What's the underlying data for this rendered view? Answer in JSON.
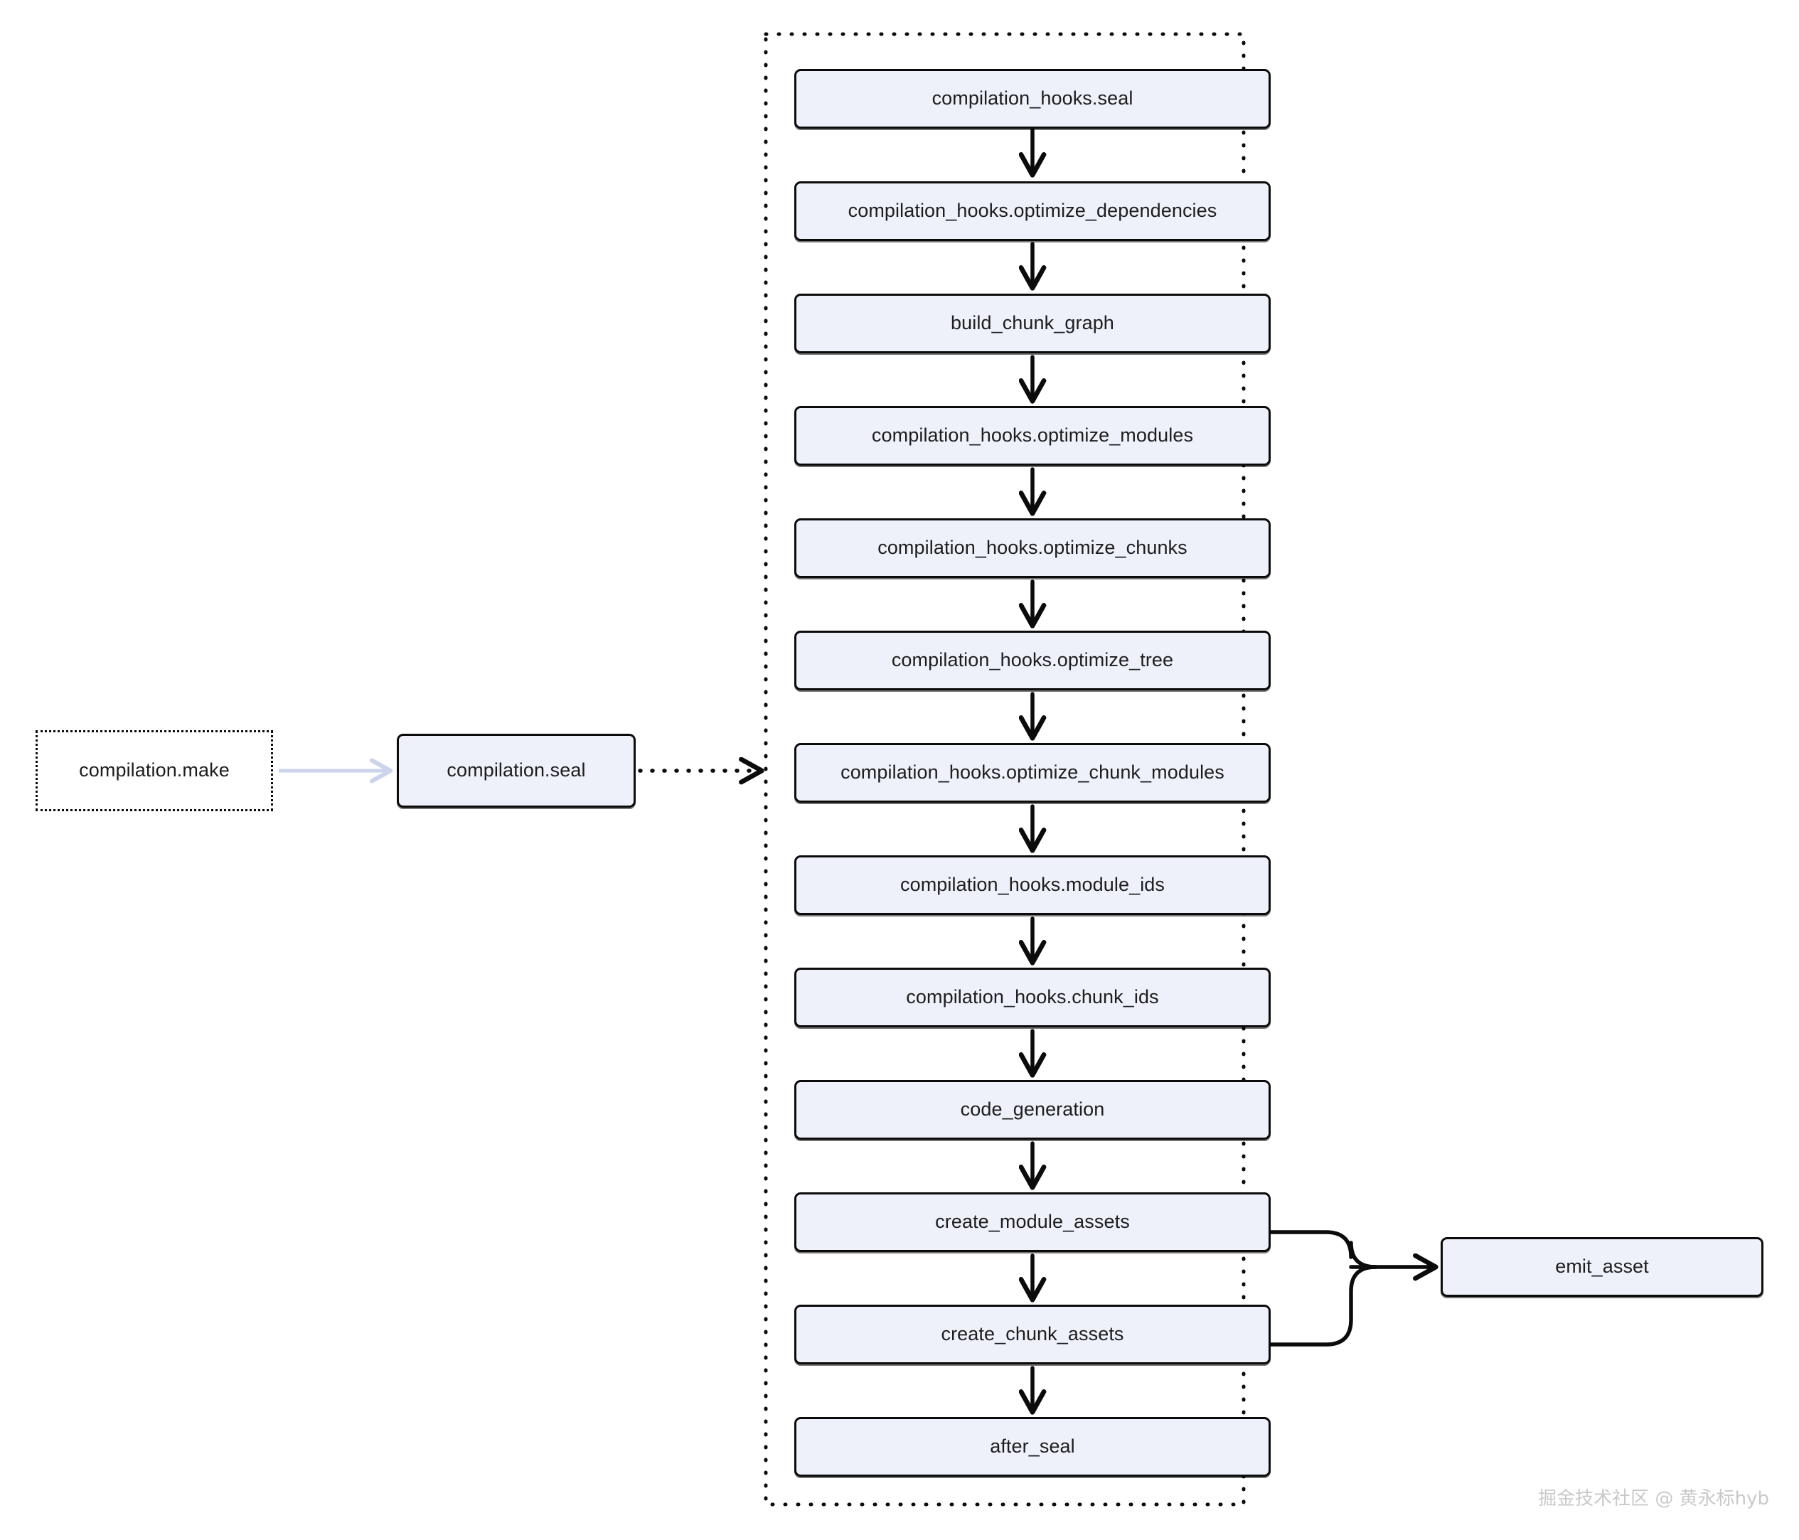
{
  "diagram": {
    "type": "flowchart",
    "direction": "top-to-bottom",
    "background_color": "#ffffff",
    "node_fill_color": "#eef1f9",
    "node_border_color": "#0b0b0b",
    "edge_color": "#0b0b0b",
    "faded_edge_color": "#ccd4ec",
    "container": {
      "name": "seal-phase-container",
      "border_style": "dotted",
      "label": ""
    },
    "outside_nodes": [
      {
        "id": "compilation_make",
        "label": "compilation.make",
        "style": "dotted-ghost"
      },
      {
        "id": "compilation_seal",
        "label": "compilation.seal",
        "style": "solid"
      },
      {
        "id": "emit_asset",
        "label": "emit_asset",
        "style": "solid"
      }
    ],
    "seal_steps": [
      {
        "id": "compilation_hooks_seal",
        "label": "compilation_hooks.seal"
      },
      {
        "id": "compilation_hooks_optimize_dependencies",
        "label": "compilation_hooks.optimize_dependencies"
      },
      {
        "id": "build_chunk_graph",
        "label": "build_chunk_graph"
      },
      {
        "id": "compilation_hooks_optimize_modules",
        "label": "compilation_hooks.optimize_modules"
      },
      {
        "id": "compilation_hooks_optimize_chunks",
        "label": "compilation_hooks.optimize_chunks"
      },
      {
        "id": "compilation_hooks_optimize_tree",
        "label": "compilation_hooks.optimize_tree"
      },
      {
        "id": "compilation_hooks_optimize_chunk_modules",
        "label": "compilation_hooks.optimize_chunk_modules"
      },
      {
        "id": "compilation_hooks_module_ids",
        "label": "compilation_hooks.module_ids"
      },
      {
        "id": "compilation_hooks_chunk_ids",
        "label": "compilation_hooks.chunk_ids"
      },
      {
        "id": "code_generation",
        "label": "code_generation"
      },
      {
        "id": "create_module_assets",
        "label": "create_module_assets"
      },
      {
        "id": "create_chunk_assets",
        "label": "create_chunk_assets"
      },
      {
        "id": "after_seal",
        "label": "after_seal"
      }
    ],
    "edges": [
      {
        "from": "compilation_make",
        "to": "compilation_seal",
        "style": "faded-solid-arrow"
      },
      {
        "from": "compilation_seal",
        "to": "seal-phase-container",
        "style": "dotted-arrow"
      },
      {
        "from": "compilation_hooks_seal",
        "to": "compilation_hooks_optimize_dependencies",
        "style": "solid-arrow"
      },
      {
        "from": "compilation_hooks_optimize_dependencies",
        "to": "build_chunk_graph",
        "style": "solid-arrow"
      },
      {
        "from": "build_chunk_graph",
        "to": "compilation_hooks_optimize_modules",
        "style": "solid-arrow"
      },
      {
        "from": "compilation_hooks_optimize_modules",
        "to": "compilation_hooks_optimize_chunks",
        "style": "solid-arrow"
      },
      {
        "from": "compilation_hooks_optimize_chunks",
        "to": "compilation_hooks_optimize_tree",
        "style": "solid-arrow"
      },
      {
        "from": "compilation_hooks_optimize_tree",
        "to": "compilation_hooks_optimize_chunk_modules",
        "style": "solid-arrow"
      },
      {
        "from": "compilation_hooks_optimize_chunk_modules",
        "to": "compilation_hooks_module_ids",
        "style": "solid-arrow"
      },
      {
        "from": "compilation_hooks_module_ids",
        "to": "compilation_hooks_chunk_ids",
        "style": "solid-arrow"
      },
      {
        "from": "compilation_hooks_chunk_ids",
        "to": "code_generation",
        "style": "solid-arrow"
      },
      {
        "from": "code_generation",
        "to": "create_module_assets",
        "style": "solid-arrow"
      },
      {
        "from": "create_module_assets",
        "to": "create_chunk_assets",
        "style": "solid-arrow"
      },
      {
        "from": "create_chunk_assets",
        "to": "after_seal",
        "style": "solid-arrow"
      },
      {
        "from": "create_module_assets",
        "to": "emit_asset",
        "style": "solid-elbow-arrow"
      },
      {
        "from": "create_chunk_assets",
        "to": "emit_asset",
        "style": "solid-elbow-arrow"
      }
    ]
  },
  "watermark": {
    "text": "掘金技术社区 @ 黄永标hyb"
  }
}
